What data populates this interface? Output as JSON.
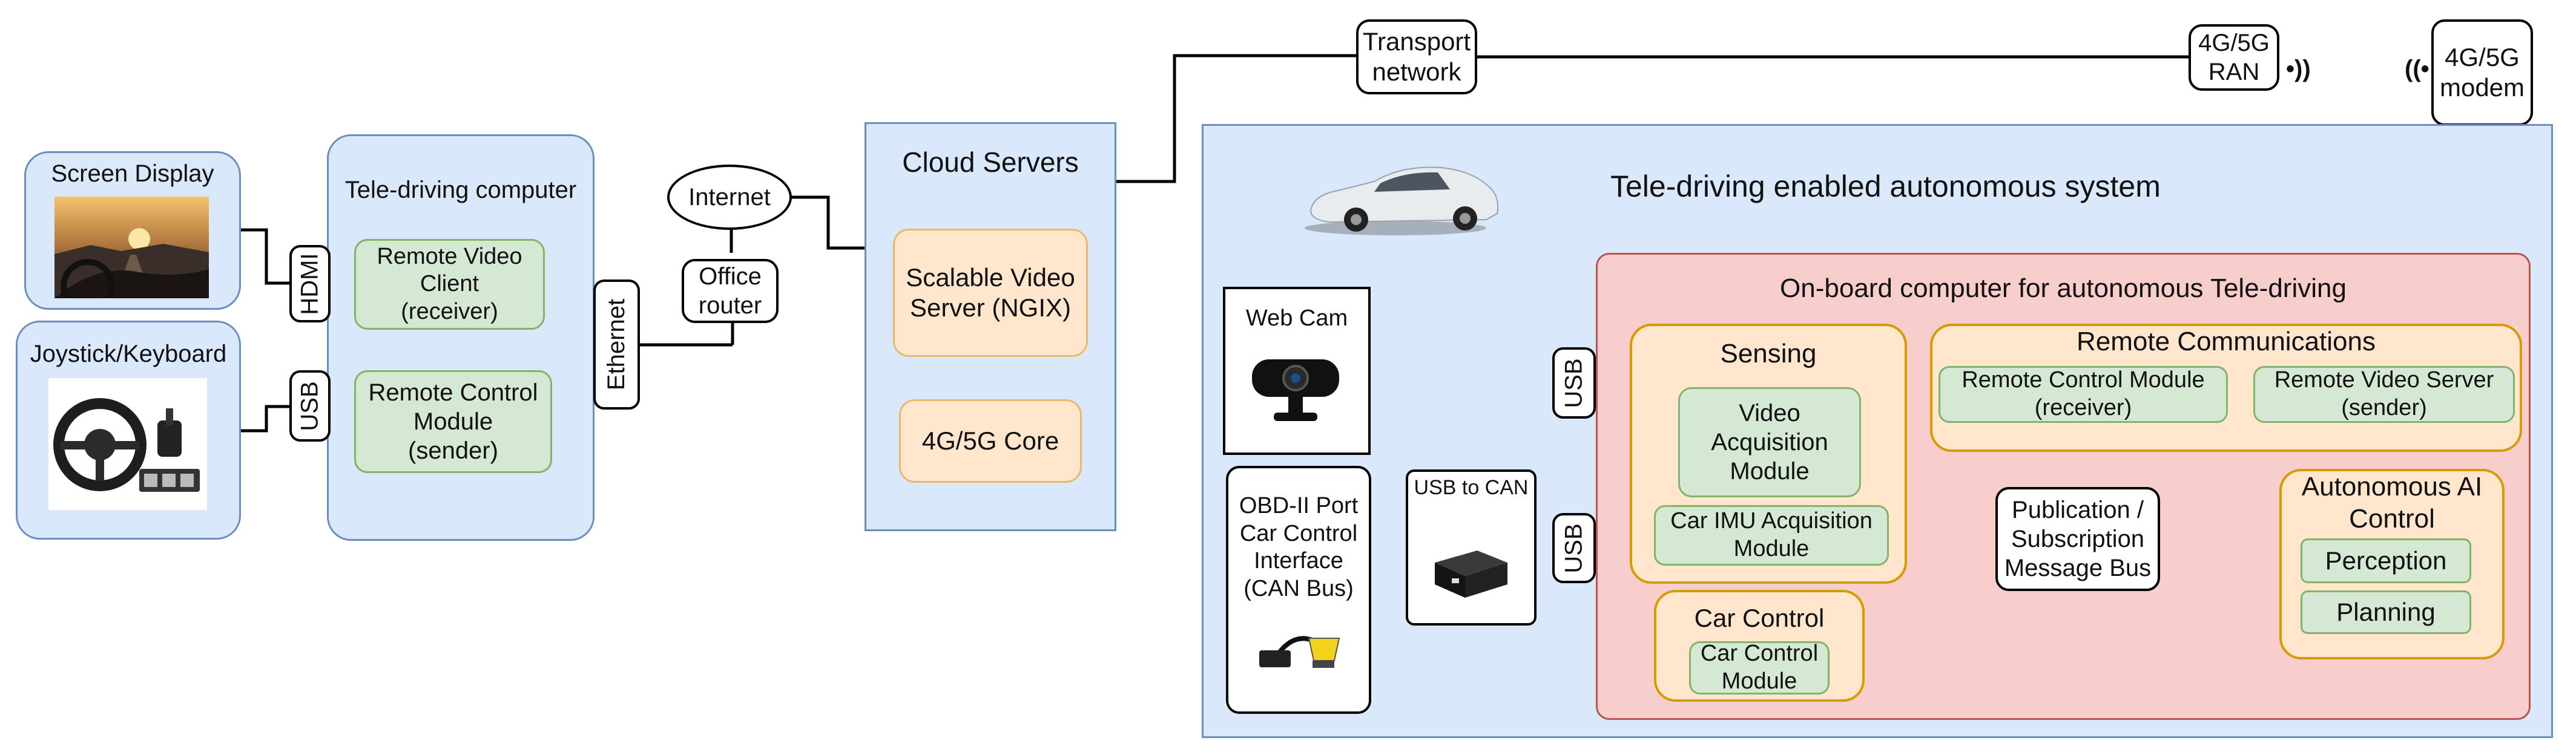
{
  "devices": {
    "screen_display": "Screen Display",
    "joystick_keyboard": "Joystick/Keyboard",
    "tele_driving_computer": "Tele-driving computer",
    "remote_video_client": "Remote Video Client (receiver)",
    "remote_control_module_sender": "Remote Control Module (sender)"
  },
  "ports": {
    "hdmi": "HDMI",
    "usb_left": "USB",
    "ethernet": "Ethernet",
    "usb_webcam": "USB",
    "usb_can": "USB"
  },
  "network": {
    "internet": "Internet",
    "office_router": "Office router",
    "transport_network": "Transport network",
    "ran": "4G/5G RAN",
    "modem": "4G/5G modem"
  },
  "cloud": {
    "title": "Cloud Servers",
    "video_server": "Scalable Video Server (NGIX)",
    "core": "4G/5G Core"
  },
  "vehicle": {
    "system_title": "Tele-driving enabled autonomous system",
    "web_cam": "Web Cam",
    "obd": "OBD-II Port Car Control Interface (CAN Bus)",
    "usb_to_can": "USB to CAN",
    "onboard_title": "On-board computer for autonomous Tele-driving",
    "sensing": "Sensing",
    "video_acquisition": "Video Acquisition Module",
    "imu_acquisition": "Car IMU Acquisition Module",
    "car_control": "Car Control",
    "car_control_module": "Car Control Module",
    "remote_comms": "Remote Communications",
    "remote_control_receiver": "Remote Control Module (receiver)",
    "remote_video_sender": "Remote Video Server (sender)",
    "pubsub": "Publication / Subscription Message Bus",
    "ai_control": "Autonomous AI Control",
    "perception": "Perception",
    "planning": "Planning"
  },
  "colors": {
    "blue_fill": "#dae8fc",
    "blue_stroke": "#6c8ebf",
    "red_fill": "#f8cecc",
    "red_stroke": "#b85450",
    "orange_fill": "#ffe6cc",
    "orange_stroke": "#d79b00",
    "green_fill": "#d5e8d4",
    "green_stroke": "#82b366"
  },
  "icons": {
    "screen": "driving-screen-icon",
    "wheel": "steering-wheel-icon",
    "car": "car-icon",
    "webcam": "webcam-icon",
    "can_adapter": "usb-can-adapter-icon",
    "obd_cable": "obd-cable-icon",
    "signal": "wireless-signal-icon"
  }
}
